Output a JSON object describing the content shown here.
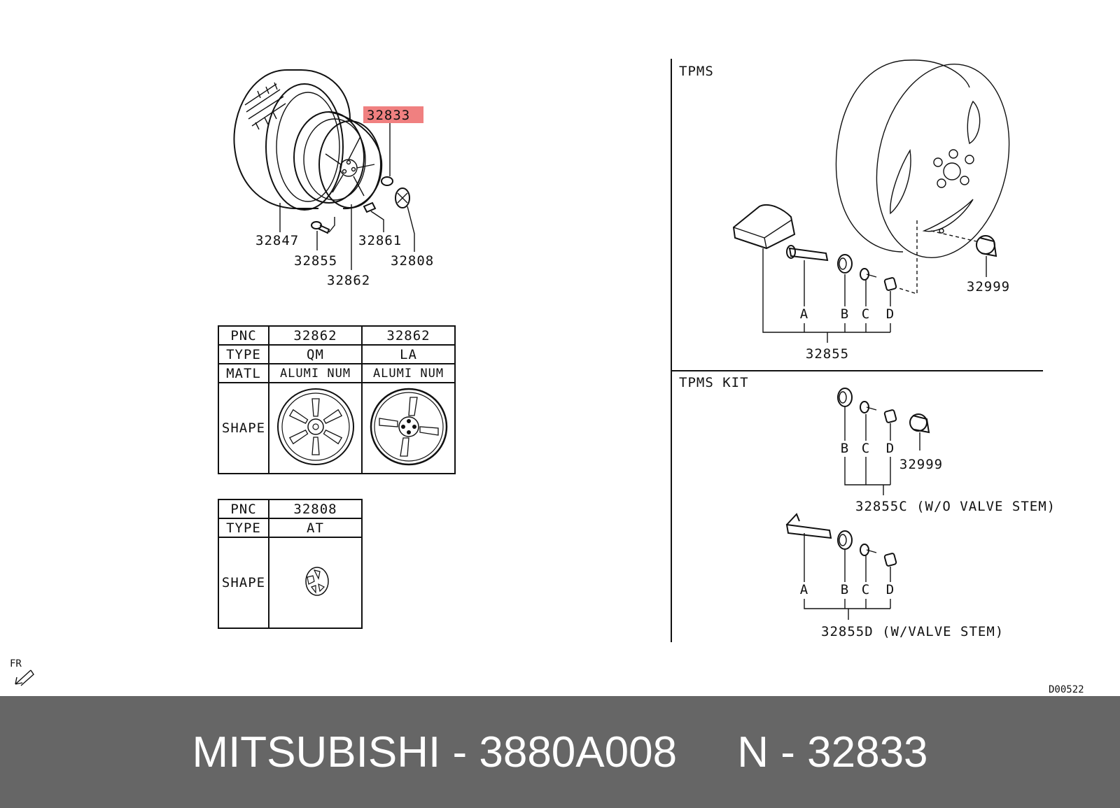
{
  "main_assembly": {
    "callouts": {
      "highlighted": "32833",
      "tire": "32847",
      "valve": "32855",
      "wheel": "32862",
      "weight": "32861",
      "cap": "32808"
    },
    "highlight_color": "#f08080"
  },
  "table_wheel": {
    "rows": [
      {
        "label": "PNC",
        "values": [
          "32862",
          "32862"
        ]
      },
      {
        "label": "TYPE",
        "values": [
          "QM",
          "LA"
        ]
      },
      {
        "label": "MATL",
        "values": [
          "ALUMI NUM",
          "ALUMI NUM"
        ]
      },
      {
        "label": "SHAPE",
        "values": [
          "",
          ""
        ]
      }
    ]
  },
  "table_cap": {
    "rows": [
      {
        "label": "PNC",
        "values": [
          "32808"
        ]
      },
      {
        "label": "TYPE",
        "values": [
          "AT"
        ]
      },
      {
        "label": "SHAPE",
        "values": [
          ""
        ]
      }
    ]
  },
  "tpms": {
    "title": "TPMS",
    "letters": [
      "A",
      "B",
      "C",
      "D"
    ],
    "sensor_callout": "32855",
    "cap_callout": "32999"
  },
  "tpms_kit": {
    "title": "TPMS KIT",
    "kit_c_letters": [
      "B",
      "C",
      "D"
    ],
    "kit_c_cap": "32999",
    "kit_c_label": "32855C (W/O VALVE STEM)",
    "kit_d_letters": [
      "A",
      "B",
      "C",
      "D"
    ],
    "kit_d_label": "32855D (W/VALVE STEM)"
  },
  "orientation": "FR",
  "diagram_code": "D00522",
  "footer": {
    "brand": "MITSUBISHI",
    "part_number": "3880A008",
    "separator": " - ",
    "pnc_prefix": "N",
    "pnc": "32833"
  }
}
